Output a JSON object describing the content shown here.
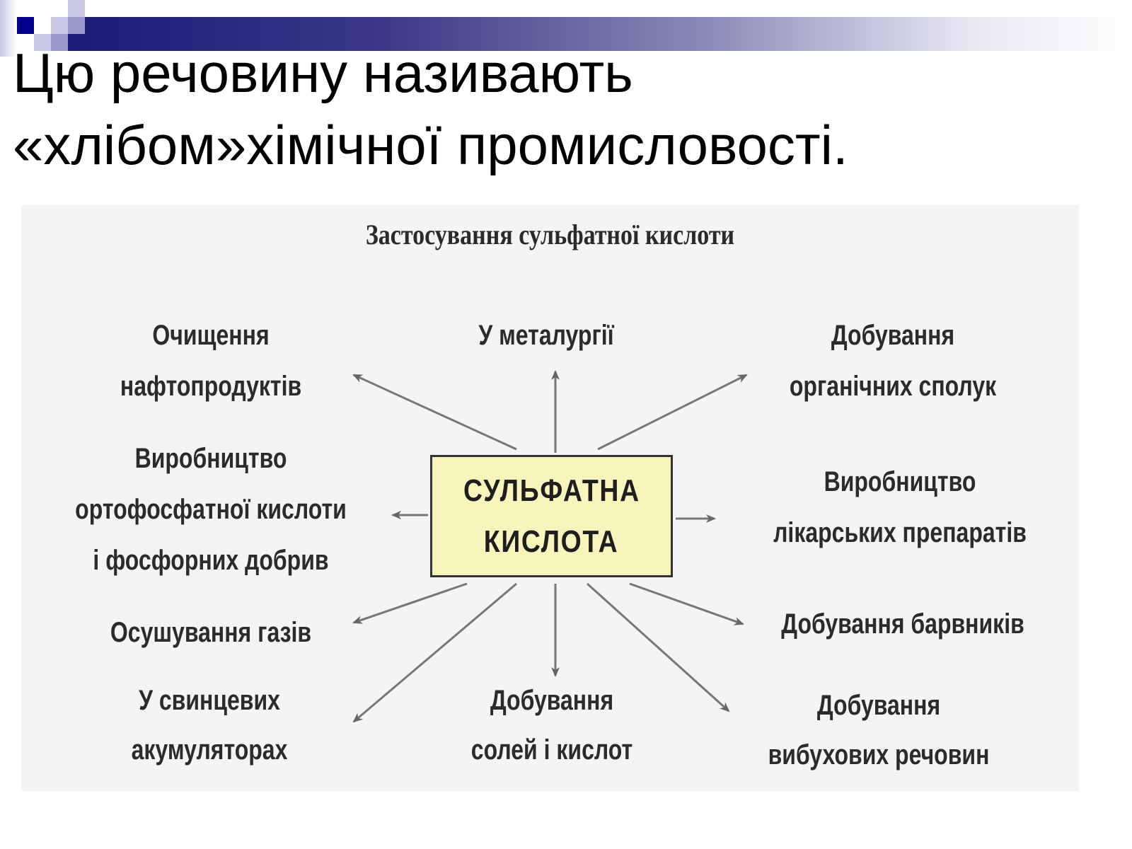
{
  "slide": {
    "title_line1": "Цю речовину називають",
    "title_line2": "«хлібом»хімічної промисловості."
  },
  "diagram": {
    "title": "Застосування сульфатної кислоти",
    "center": {
      "line1": "СУЛЬФАТНА",
      "line2": "КИСЛОТА",
      "fill": "#f8f5bc"
    },
    "nodes": [
      {
        "id": "oil",
        "lines": [
          "Очищення",
          "нафтопродуктів"
        ]
      },
      {
        "id": "metallurgy",
        "lines": [
          "У металургії"
        ]
      },
      {
        "id": "organic",
        "lines": [
          "Добування",
          "органічних сполук"
        ]
      },
      {
        "id": "phosphoric",
        "lines": [
          "Виробництво",
          "ортофосфатної кислоти",
          "і фосфорних добрив"
        ]
      },
      {
        "id": "drugs",
        "lines": [
          "Виробництво",
          "лікарських препаратів"
        ]
      },
      {
        "id": "gases",
        "lines": [
          "Осушування газів"
        ]
      },
      {
        "id": "dyes",
        "lines": [
          "Добування барвників"
        ]
      },
      {
        "id": "batteries",
        "lines": [
          "У свинцевих",
          "акумуляторах"
        ]
      },
      {
        "id": "salts",
        "lines": [
          "Добування",
          "солей і кислот"
        ]
      },
      {
        "id": "explosives",
        "lines": [
          "Добування",
          "вибухових речовин"
        ]
      }
    ]
  }
}
